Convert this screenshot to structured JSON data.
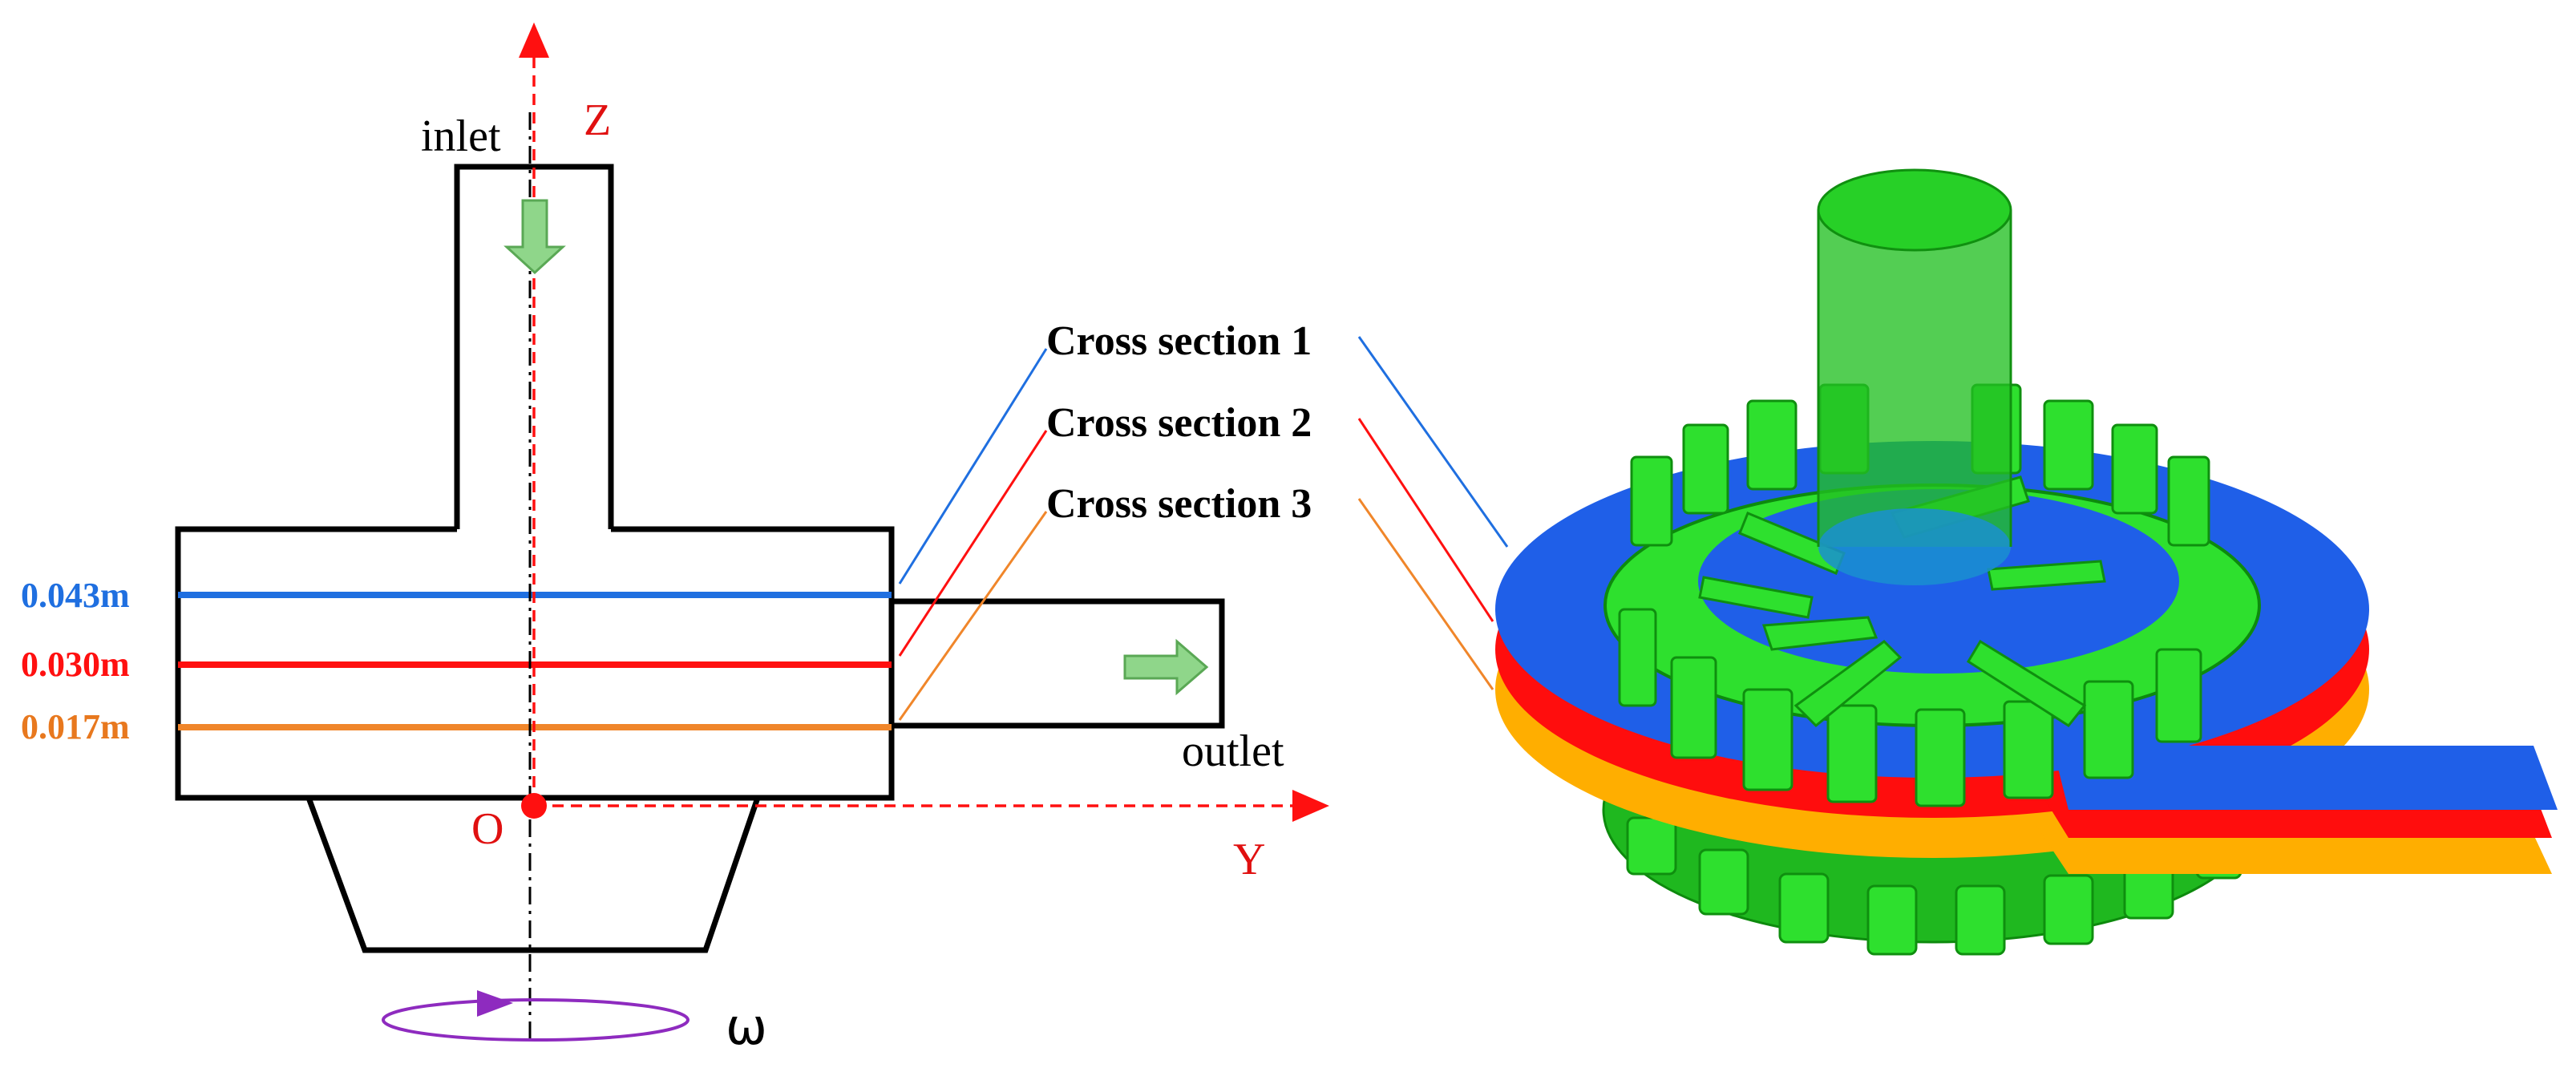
{
  "schematic": {
    "inlet_label": "inlet",
    "outlet_label": "outlet",
    "z_axis_label": "Z",
    "y_axis_label": "Y",
    "origin_label": "O",
    "omega_label": "ω"
  },
  "heights": [
    {
      "label": "0.043m",
      "color": "#1f6fe0"
    },
    {
      "label": "0.030m",
      "color": "#ff1010"
    },
    {
      "label": "0.017m",
      "color": "#e8781e"
    }
  ],
  "cross_sections": [
    {
      "label": "Cross section 1",
      "color": "#1f6fe0"
    },
    {
      "label": "Cross section 2",
      "color": "#ff1010"
    },
    {
      "label": "Cross section 3",
      "color": "#f0862a"
    }
  ],
  "colors": {
    "axis": "#ff1010",
    "outline": "#000000",
    "flow_arrow": "#8fd68a",
    "rotation": "#8e2bbf",
    "model_green": "#2ee02e",
    "plane_blue": "#1f5fe8",
    "plane_red": "#ff0d0d",
    "plane_orange": "#ffae00"
  },
  "icons": {
    "inlet_arrow": "arrow-down-icon",
    "outlet_arrow": "arrow-right-icon",
    "rotation": "rotation-arrow-icon"
  }
}
